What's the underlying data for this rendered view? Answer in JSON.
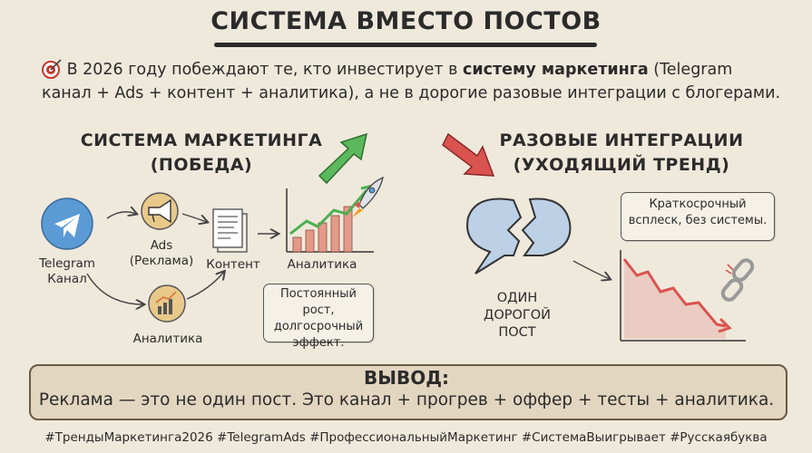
{
  "title": "СИСТЕМА ВМЕСТО ПОСТОВ",
  "intro": {
    "part1": " В 2026 году побеждают те, кто инвестирует в ",
    "bold": "систему маркетинга",
    "part2": " (Telegram канал + Ads + контент + аналитика), а не в дорогие разовые интеграции с блогерами."
  },
  "left": {
    "heading_line1": "СИСТЕМА МАРКЕТИНГА",
    "heading_line2": "(ПОБЕДА)",
    "telegram_label_line1": "Telegram",
    "telegram_label_line2": "Канал",
    "ads_label_line1": "Ads",
    "ads_label_line2": "(Реклама)",
    "content_label": "Контент",
    "analytics_top_label": "Аналитика",
    "analytics_bottom_label": "Аналитика",
    "note_line1": "Постоянный рост,",
    "note_line2": "долгосрочный",
    "note_line3": "эффект."
  },
  "right": {
    "heading_line1": "РАЗОВЫЕ ИНТЕГРАЦИИ",
    "heading_line2": "(УХОДЯЩИЙ ТРЕНД)",
    "note_line1": "Краткосрочный",
    "note_line2": "всплеск, без системы.",
    "post_line1": "ОДИН",
    "post_line2": "ДОРОГОЙ",
    "post_line3": "ПОСТ"
  },
  "conclusion": {
    "title": "ВЫВОД:",
    "text": "Реклама — это не один пост. Это канал + прогрев + оффер + тесты + аналитика."
  },
  "hashtags": "#ТрендыМаркетинга2026 #TelegramAds #ПрофессиональныйМаркетинг #СистемаВыигрывает #Русскаябуква",
  "colors": {
    "background": "#efe9dc",
    "green": "#4caf50",
    "red": "#d9534f",
    "telegram": "#5b9bd5"
  },
  "icons": [
    "target-icon",
    "telegram-icon",
    "megaphone-icon",
    "document-icon",
    "bar-chart-icon",
    "rocket-icon",
    "broken-speech-bubble-icon",
    "broken-chain-icon",
    "fire-icon"
  ]
}
